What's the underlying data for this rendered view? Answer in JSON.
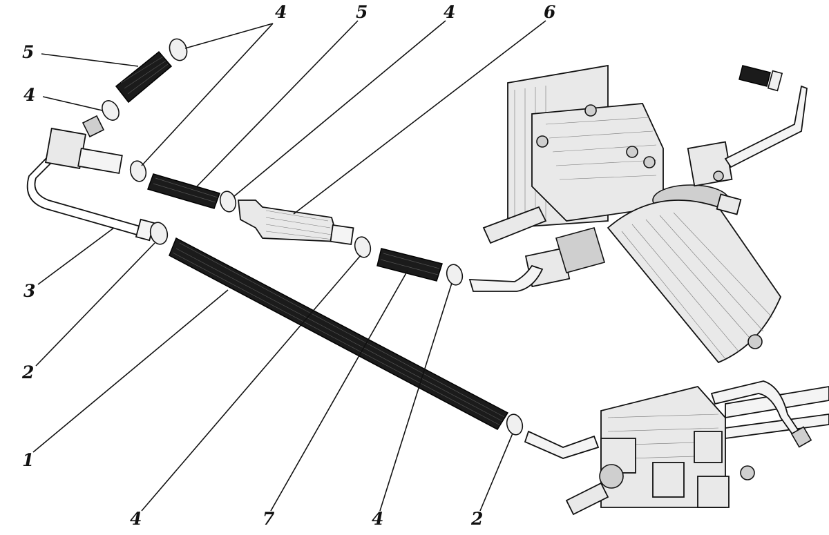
{
  "callouts": [
    {
      "id": "c1",
      "label": "1"
    },
    {
      "id": "c2a",
      "label": "2"
    },
    {
      "id": "c2b",
      "label": "2"
    },
    {
      "id": "c3",
      "label": "3"
    },
    {
      "id": "c4a",
      "label": "4"
    },
    {
      "id": "c4b",
      "label": "4"
    },
    {
      "id": "c4c",
      "label": "4"
    },
    {
      "id": "c4d",
      "label": "4"
    },
    {
      "id": "c4e",
      "label": "4"
    },
    {
      "id": "c5a",
      "label": "5"
    },
    {
      "id": "c5b",
      "label": "5"
    },
    {
      "id": "c6",
      "label": "6"
    },
    {
      "id": "c7",
      "label": "7"
    }
  ]
}
